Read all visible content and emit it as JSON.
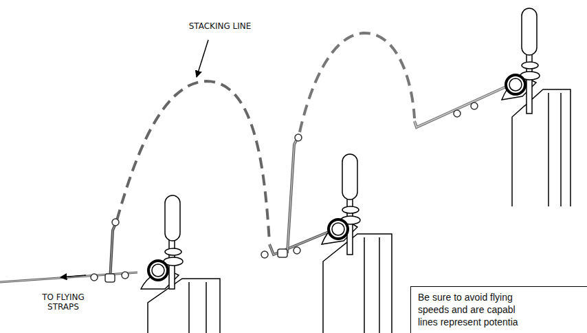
{
  "diagram": {
    "nodes": [
      {
        "text": [
          "Be sure to avoid flying speeds and are capabl lines represent potentia"
        ]
      }
    ],
    "labels": [
      "STACKING LINE",
      "TO FLYING STRAPS"
    ]
  }
}
